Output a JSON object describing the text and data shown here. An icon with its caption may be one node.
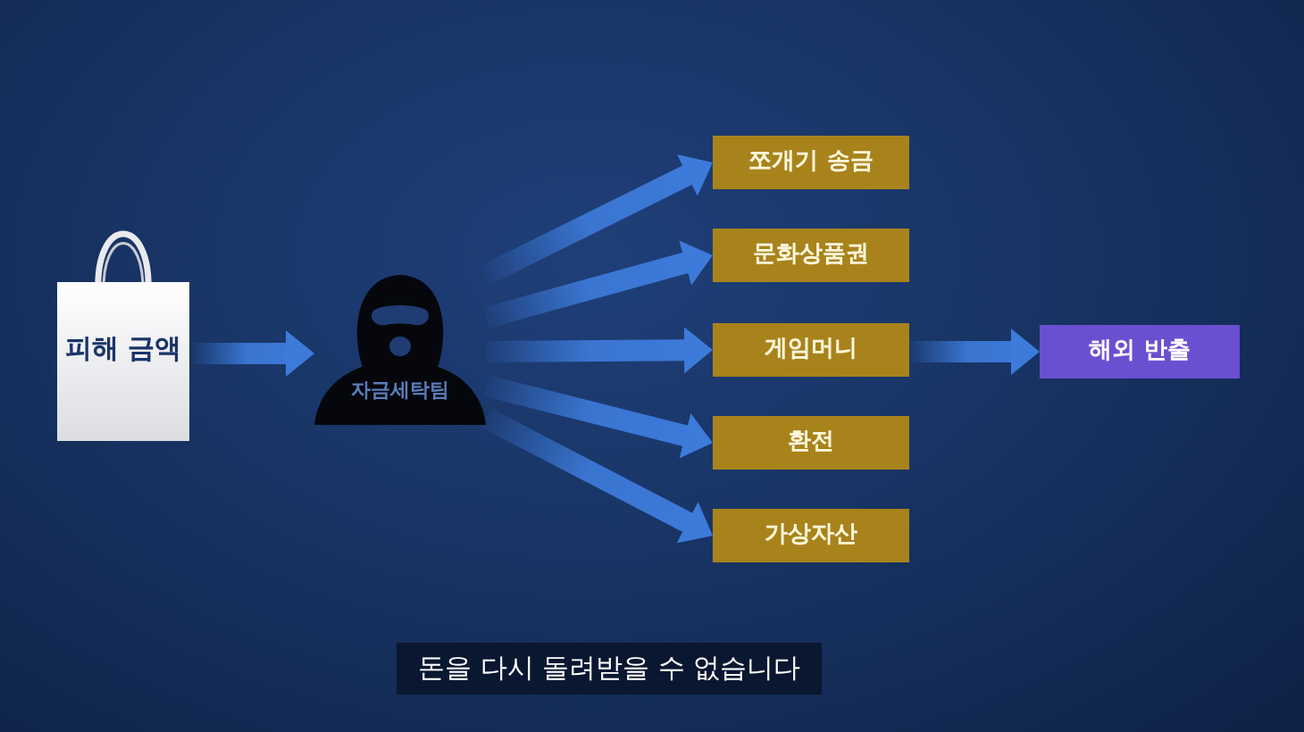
{
  "diagram": {
    "nodes": [
      {
        "text": [
          "피해 금액"
        ]
      },
      {
        "text": [
          "자금세탁팀"
        ]
      },
      {
        "text": [
          "쪼개기 송금"
        ]
      },
      {
        "text": [
          "문화상품권"
        ]
      },
      {
        "text": [
          "게임머니"
        ]
      },
      {
        "text": [
          "환전"
        ]
      },
      {
        "text": [
          "가상자산"
        ]
      },
      {
        "text": [
          "해외 반출"
        ]
      }
    ],
    "edges": [
      {
        "from": 0,
        "to": 1,
        "arrow": "to"
      },
      {
        "from": 1,
        "to": 2,
        "arrow": "to"
      },
      {
        "from": 1,
        "to": 3,
        "arrow": "to"
      },
      {
        "from": 1,
        "to": 4,
        "arrow": "to"
      },
      {
        "from": 1,
        "to": 5,
        "arrow": "to"
      },
      {
        "from": 1,
        "to": 6,
        "arrow": "to"
      },
      {
        "from": 4,
        "to": 7,
        "arrow": "to"
      }
    ],
    "caption": "돈을 다시 돌려받을 수 없습니다"
  }
}
